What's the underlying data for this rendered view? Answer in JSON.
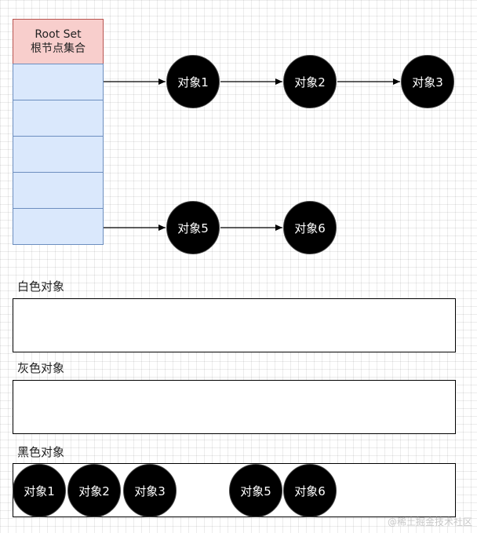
{
  "root_set": {
    "title": "Root Set",
    "subtitle": "根节点集合"
  },
  "nodes": {
    "obj1": "对象1",
    "obj2": "对象2",
    "obj3": "对象3",
    "obj5": "对象5",
    "obj6": "对象6"
  },
  "sections": {
    "white": "白色对象",
    "gray": "灰色对象",
    "black": "黑色对象"
  },
  "black_set": [
    "对象1",
    "对象2",
    "对象3",
    "对象5",
    "对象6"
  ],
  "watermark": "@稀土掘金技术社区",
  "colors": {
    "root_header_fill": "#f8cecc",
    "root_header_stroke": "#b85450",
    "root_slot_fill": "#dae8fc",
    "root_slot_stroke": "#6c8ebf",
    "node_fill": "#000000",
    "node_text": "#ffffff"
  }
}
